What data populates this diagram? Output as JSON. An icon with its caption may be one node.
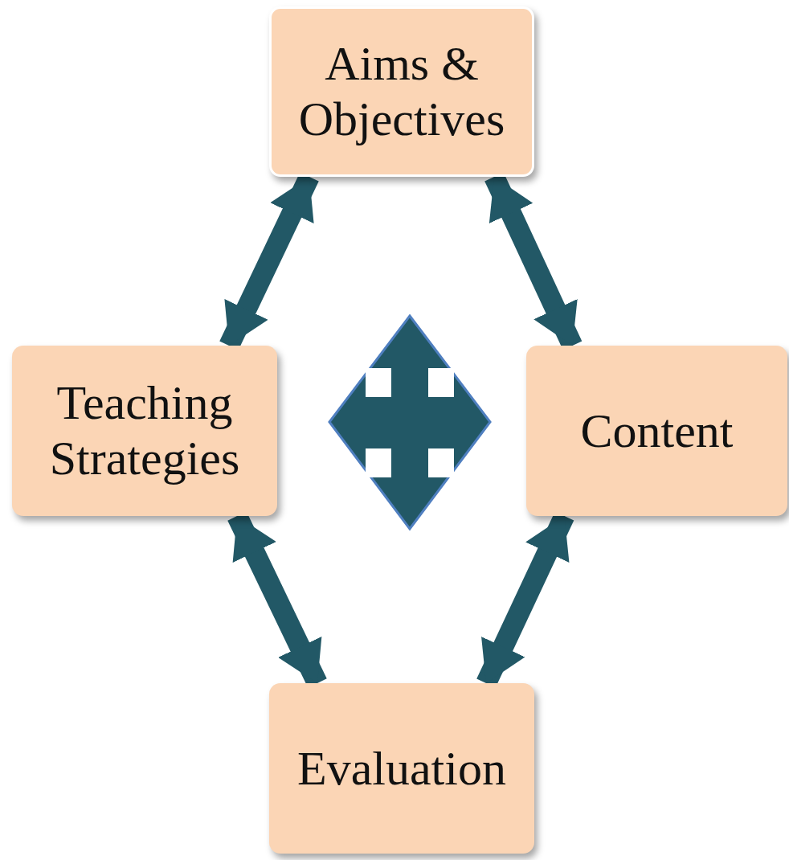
{
  "diagram": {
    "nodes": [
      {
        "text": [
          "Aims & Objectives"
        ]
      },
      {
        "text": [
          "Teaching Strategies"
        ]
      },
      {
        "text": [
          "Content"
        ]
      },
      {
        "text": [
          "Evaluation"
        ]
      }
    ],
    "edges": [
      {
        "from": 0,
        "to": 1,
        "arrow": "both"
      },
      {
        "from": 0,
        "to": 2,
        "arrow": "both"
      },
      {
        "from": 1,
        "to": 3,
        "arrow": "both"
      },
      {
        "from": 2,
        "to": 3,
        "arrow": "both"
      }
    ]
  }
}
